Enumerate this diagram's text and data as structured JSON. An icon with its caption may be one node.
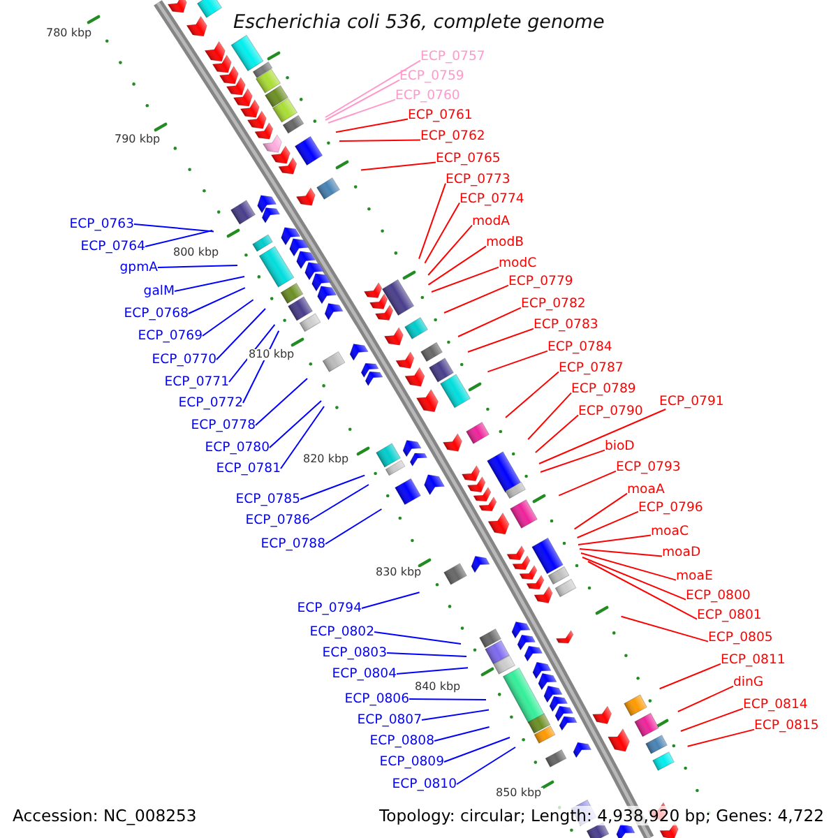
{
  "diagram": {
    "title": "Escherichia coli 536, complete genome",
    "nodes": [
      {
        "text": [
          "ECP_0757"
        ]
      },
      {
        "text": [
          "ECP_0759"
        ]
      },
      {
        "text": [
          "ECP_0760"
        ]
      },
      {
        "text": [
          "ECP_0761"
        ]
      },
      {
        "text": [
          "ECP_0762"
        ]
      },
      {
        "text": [
          "ECP_0765"
        ]
      },
      {
        "text": [
          "ECP_0773"
        ]
      },
      {
        "text": [
          "ECP_0774"
        ]
      },
      {
        "text": [
          "modA"
        ]
      },
      {
        "text": [
          "ECP_0763"
        ]
      },
      {
        "text": [
          "modB"
        ]
      },
      {
        "text": [
          "ECP_0764"
        ]
      },
      {
        "text": [
          "modC"
        ]
      },
      {
        "text": [
          "gpmA"
        ]
      },
      {
        "text": [
          "ECP_0779"
        ]
      },
      {
        "text": [
          "galM"
        ]
      },
      {
        "text": [
          "ECP_0782"
        ]
      },
      {
        "text": [
          "ECP_0768"
        ]
      },
      {
        "text": [
          "ECP_0783"
        ]
      },
      {
        "text": [
          "ECP_0769"
        ]
      },
      {
        "text": [
          "ECP_0784"
        ]
      },
      {
        "text": [
          "ECP_0770"
        ]
      },
      {
        "text": [
          "ECP_0787"
        ]
      },
      {
        "text": [
          "ECP_0771"
        ]
      },
      {
        "text": [
          "ECP_0789"
        ]
      },
      {
        "text": [
          "ECP_0791"
        ]
      },
      {
        "text": [
          "ECP_0772"
        ]
      },
      {
        "text": [
          "ECP_0790"
        ]
      },
      {
        "text": [
          "ECP_0778"
        ]
      },
      {
        "text": [
          "bioD"
        ]
      },
      {
        "text": [
          "ECP_0780"
        ]
      },
      {
        "text": [
          "ECP_0793"
        ]
      },
      {
        "text": [
          "ECP_0781"
        ]
      },
      {
        "text": [
          "moaA"
        ]
      },
      {
        "text": [
          "ECP_0785"
        ]
      },
      {
        "text": [
          "ECP_0796"
        ]
      },
      {
        "text": [
          "ECP_0786"
        ]
      },
      {
        "text": [
          "moaC"
        ]
      },
      {
        "text": [
          "ECP_0788"
        ]
      },
      {
        "text": [
          "moaD"
        ]
      },
      {
        "text": [
          "moaE"
        ]
      },
      {
        "text": [
          "ECP_0800"
        ]
      },
      {
        "text": [
          "ECP_0794"
        ]
      },
      {
        "text": [
          "ECP_0801"
        ]
      },
      {
        "text": [
          "ECP_0802"
        ]
      },
      {
        "text": [
          "ECP_0805"
        ]
      },
      {
        "text": [
          "ECP_0803"
        ]
      },
      {
        "text": [
          "ECP_0811"
        ]
      },
      {
        "text": [
          "ECP_0804"
        ]
      },
      {
        "text": [
          "dinG"
        ]
      },
      {
        "text": [
          "ECP_0806"
        ]
      },
      {
        "text": [
          "ECP_0814"
        ]
      },
      {
        "text": [
          "ECP_0807"
        ]
      },
      {
        "text": [
          "ECP_0815"
        ]
      },
      {
        "text": [
          "ECP_0808"
        ]
      },
      {
        "text": [
          "ECP_0809"
        ]
      },
      {
        "text": [
          "ECP_0810"
        ]
      }
    ],
    "edges": [
      {
        "from": 0,
        "to": null,
        "arrow": "none",
        "color": "#ff99cc"
      },
      {
        "from": 1,
        "to": null,
        "arrow": "none",
        "color": "#ff99cc"
      },
      {
        "from": 2,
        "to": null,
        "arrow": "none",
        "color": "#ff99cc"
      },
      {
        "from": 3,
        "to": null,
        "arrow": "none"
      },
      {
        "from": 4,
        "to": null,
        "arrow": "none"
      },
      {
        "from": 5,
        "to": null,
        "arrow": "none"
      },
      {
        "from": 6,
        "to": null,
        "arrow": "none"
      },
      {
        "from": 7,
        "to": null,
        "arrow": "none"
      },
      {
        "from": 8,
        "to": null,
        "arrow": "none"
      },
      {
        "from": 9,
        "to": null,
        "arrow": "none",
        "color": "#0000ff"
      },
      {
        "from": 10,
        "to": null,
        "arrow": "none"
      },
      {
        "from": 11,
        "to": null,
        "arrow": "none",
        "color": "#0000ff"
      },
      {
        "from": 12,
        "to": null,
        "arrow": "none"
      },
      {
        "from": 13,
        "to": null,
        "arrow": "none",
        "color": "#0000ff"
      },
      {
        "from": 14,
        "to": null,
        "arrow": "none"
      },
      {
        "from": 15,
        "to": null,
        "arrow": "none",
        "color": "#0000ff"
      },
      {
        "from": 16,
        "to": null,
        "arrow": "none"
      },
      {
        "from": 17,
        "to": null,
        "arrow": "none",
        "color": "#0000ff"
      },
      {
        "from": 18,
        "to": null,
        "arrow": "none"
      },
      {
        "from": 19,
        "to": null,
        "arrow": "none",
        "color": "#0000ff"
      },
      {
        "from": 20,
        "to": null,
        "arrow": "none"
      },
      {
        "from": 21,
        "to": null,
        "arrow": "none",
        "color": "#0000ff"
      },
      {
        "from": 22,
        "to": null,
        "arrow": "none"
      },
      {
        "from": 23,
        "to": null,
        "arrow": "none",
        "color": "#0000ff"
      },
      {
        "from": 24,
        "to": null,
        "arrow": "none"
      },
      {
        "from": 25,
        "to": null,
        "arrow": "none"
      },
      {
        "from": 26,
        "to": null,
        "arrow": "none",
        "color": "#0000ff"
      },
      {
        "from": 27,
        "to": null,
        "arrow": "none"
      },
      {
        "from": 28,
        "to": null,
        "arrow": "none",
        "color": "#0000ff"
      },
      {
        "from": 29,
        "to": null,
        "arrow": "none"
      },
      {
        "from": 30,
        "to": null,
        "arrow": "none",
        "color": "#0000ff"
      },
      {
        "from": 31,
        "to": null,
        "arrow": "none"
      },
      {
        "from": 32,
        "to": null,
        "arrow": "none",
        "color": "#0000ff"
      },
      {
        "from": 33,
        "to": null,
        "arrow": "none"
      },
      {
        "from": 34,
        "to": null,
        "arrow": "none",
        "color": "#0000ff"
      },
      {
        "from": 35,
        "to": null,
        "arrow": "none"
      },
      {
        "from": 36,
        "to": null,
        "arrow": "none",
        "color": "#0000ff"
      },
      {
        "from": 37,
        "to": null,
        "arrow": "none"
      },
      {
        "from": 38,
        "to": null,
        "arrow": "none",
        "color": "#0000ff"
      },
      {
        "from": 39,
        "to": null,
        "arrow": "none"
      },
      {
        "from": 40,
        "to": null,
        "arrow": "none"
      },
      {
        "from": 41,
        "to": null,
        "arrow": "none"
      },
      {
        "from": 42,
        "to": null,
        "arrow": "none",
        "color": "#0000ff"
      },
      {
        "from": 43,
        "to": null,
        "arrow": "none"
      },
      {
        "from": 44,
        "to": null,
        "arrow": "none",
        "color": "#0000ff"
      },
      {
        "from": 45,
        "to": null,
        "arrow": "none"
      },
      {
        "from": 46,
        "to": null,
        "arrow": "none",
        "color": "#0000ff"
      },
      {
        "from": 47,
        "to": null,
        "arrow": "none"
      },
      {
        "from": 48,
        "to": null,
        "arrow": "none",
        "color": "#0000ff"
      },
      {
        "from": 49,
        "to": null,
        "arrow": "none"
      },
      {
        "from": 50,
        "to": null,
        "arrow": "none",
        "color": "#0000ff"
      },
      {
        "from": 51,
        "to": null,
        "arrow": "none"
      },
      {
        "from": 52,
        "to": null,
        "arrow": "none",
        "color": "#0000ff"
      },
      {
        "from": 53,
        "to": null,
        "arrow": "none"
      },
      {
        "from": 54,
        "to": null,
        "arrow": "none",
        "color": "#0000ff"
      },
      {
        "from": 55,
        "to": null,
        "arrow": "none",
        "color": "#0000ff"
      },
      {
        "from": 56,
        "to": null,
        "arrow": "none",
        "color": "#0000ff"
      }
    ],
    "labels": [
      "780 kbp",
      "790 kbp",
      "800 kbp",
      "810 kbp",
      "820 kbp",
      "830 kbp",
      "840 kbp",
      "850 kbp",
      "Accession: NC_008253",
      "Topology: circular; Length: 4,938,920 bp; Genes: 4,722"
    ]
  }
}
